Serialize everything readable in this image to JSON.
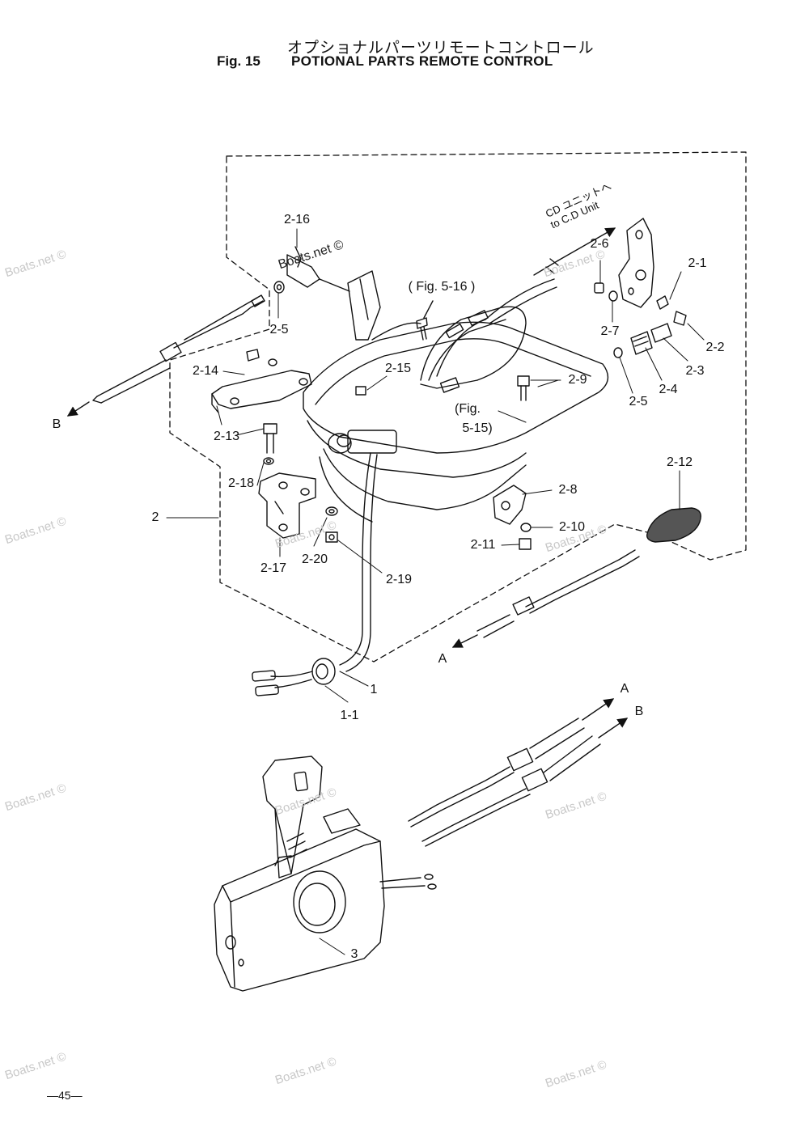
{
  "header": {
    "title_jp": "オプショナルパーツリモートコントロール",
    "figure_number": "Fig. 15",
    "title_en": "POTIONAL PARTS REMOTE CONTROL"
  },
  "page_number": "—45—",
  "watermark": "Boats.net ©",
  "callouts": [
    {
      "id": "lbl-2-16",
      "text": "2-16"
    },
    {
      "id": "lbl-2-5a",
      "text": "2-5"
    },
    {
      "id": "lbl-fig-5-16",
      "text": "( Fig. 5-16 )"
    },
    {
      "id": "lbl-2-6",
      "text": "2-6"
    },
    {
      "id": "lbl-2-1",
      "text": "2-1"
    },
    {
      "id": "lbl-2-7",
      "text": "2-7"
    },
    {
      "id": "lbl-2-2",
      "text": "2-2"
    },
    {
      "id": "lbl-2-3",
      "text": "2-3"
    },
    {
      "id": "lbl-2-4",
      "text": "2-4"
    },
    {
      "id": "lbl-2-5b",
      "text": "2-5"
    },
    {
      "id": "lbl-2-9",
      "text": "2-9"
    },
    {
      "id": "lbl-2-15",
      "text": "2-15"
    },
    {
      "id": "lbl-fig-5-15a",
      "text": "(Fig."
    },
    {
      "id": "lbl-fig-5-15b",
      "text": "5-15)"
    },
    {
      "id": "lbl-2-14",
      "text": "2-14"
    },
    {
      "id": "lbl-b-left",
      "text": "B"
    },
    {
      "id": "lbl-2-13",
      "text": "2-13"
    },
    {
      "id": "lbl-2-18",
      "text": "2-18"
    },
    {
      "id": "lbl-2",
      "text": "2"
    },
    {
      "id": "lbl-2-17",
      "text": "2-17"
    },
    {
      "id": "lbl-2-20",
      "text": "2-20"
    },
    {
      "id": "lbl-2-19",
      "text": "2-19"
    },
    {
      "id": "lbl-2-8",
      "text": "2-8"
    },
    {
      "id": "lbl-2-10",
      "text": "2-10"
    },
    {
      "id": "lbl-2-11",
      "text": "2-11"
    },
    {
      "id": "lbl-2-12",
      "text": "2-12"
    },
    {
      "id": "lbl-a-mid",
      "text": "A"
    },
    {
      "id": "lbl-1",
      "text": "1"
    },
    {
      "id": "lbl-1-1",
      "text": "1-1"
    },
    {
      "id": "lbl-a-right",
      "text": "A"
    },
    {
      "id": "lbl-b-right",
      "text": "B"
    },
    {
      "id": "lbl-3",
      "text": "3"
    }
  ],
  "cd_unit_note": {
    "line1": "CD ユニットへ",
    "line2": "to C.D Unit"
  }
}
